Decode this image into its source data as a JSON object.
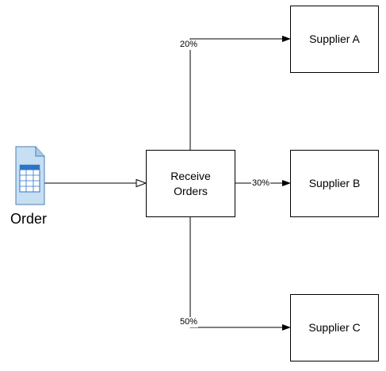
{
  "colors": {
    "stroke": "#000000",
    "document_fill": "#c7dff3",
    "document_edge": "#4a7fb5",
    "table_header": "#2e74c6",
    "table_cell": "#ffffff"
  },
  "nodes": {
    "order": {
      "label": "Order",
      "icon": "spreadsheet-document-icon"
    },
    "receive": {
      "label": "Receive\nOrders"
    },
    "supplier_a": {
      "label": "Supplier A"
    },
    "supplier_b": {
      "label": "Supplier B"
    },
    "supplier_c": {
      "label": "Supplier C"
    }
  },
  "edges": {
    "to_a": {
      "label": "20%"
    },
    "to_b": {
      "label": "30%"
    },
    "to_c": {
      "label": "50%"
    }
  }
}
